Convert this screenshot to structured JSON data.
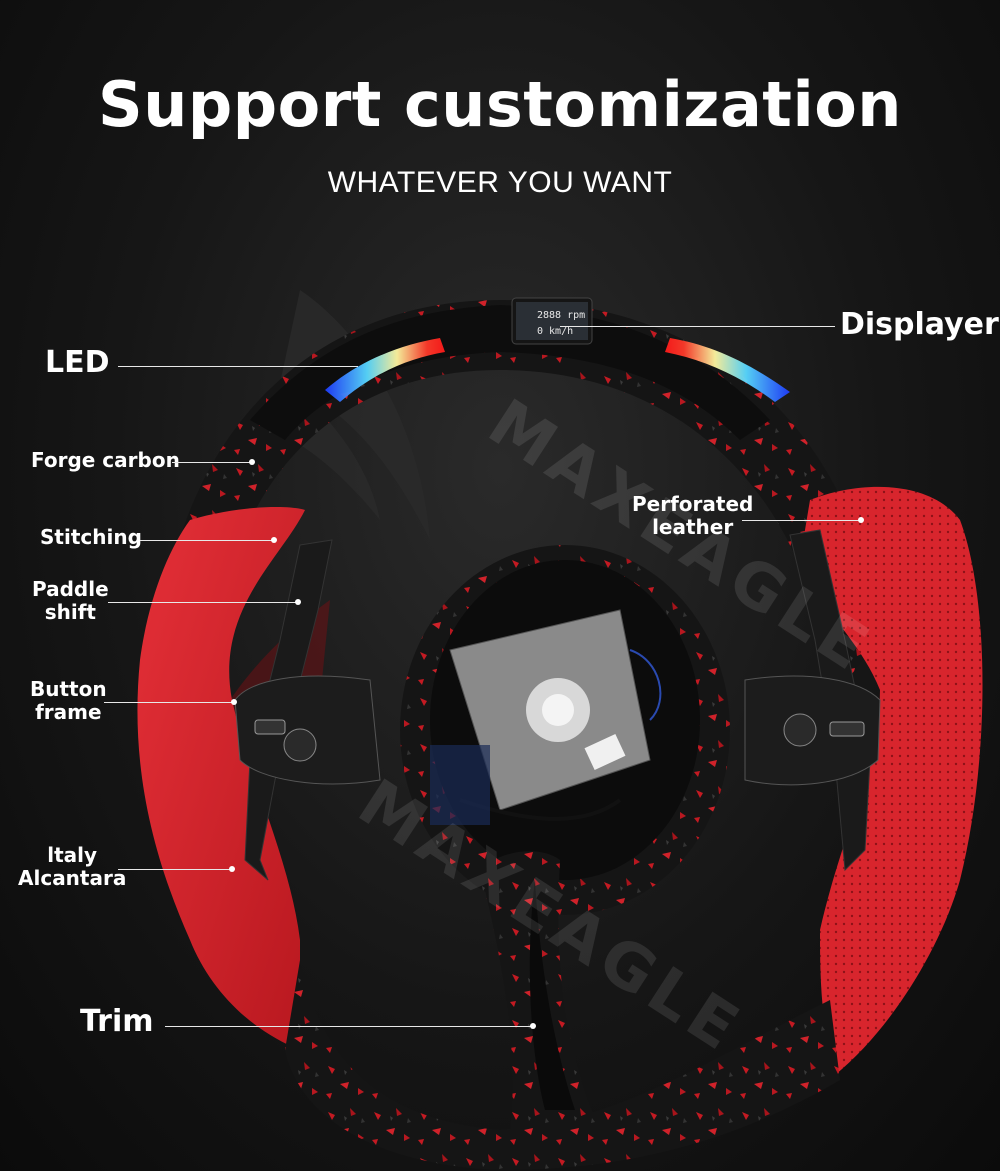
{
  "header": {
    "title": "Support customization",
    "subtitle": "WHATEVER YOU WANT"
  },
  "display_readout": {
    "rpm": "2888 rpm",
    "speed": "0 km/h"
  },
  "watermark": "MAXEAGLE",
  "callouts": {
    "displayer": "Displayer",
    "led": "LED",
    "forge_carbon": "Forge carbon",
    "perforated_leather_1": "Perforated",
    "perforated_leather_2": "leather",
    "stitching": "Stitching",
    "paddle_shift_1": "Paddle",
    "paddle_shift_2": "shift",
    "button_frame_1": "Button",
    "button_frame_2": "frame",
    "italy_alcantara_1": "ltaly",
    "italy_alcantara_2": "Alcantara",
    "trim": "Trim"
  },
  "colors": {
    "alcantara_red": "#d8252d",
    "carbon_black": "#141414",
    "carbon_fleck_red": "#c41a22",
    "callout_line": "#e8e8e8"
  }
}
